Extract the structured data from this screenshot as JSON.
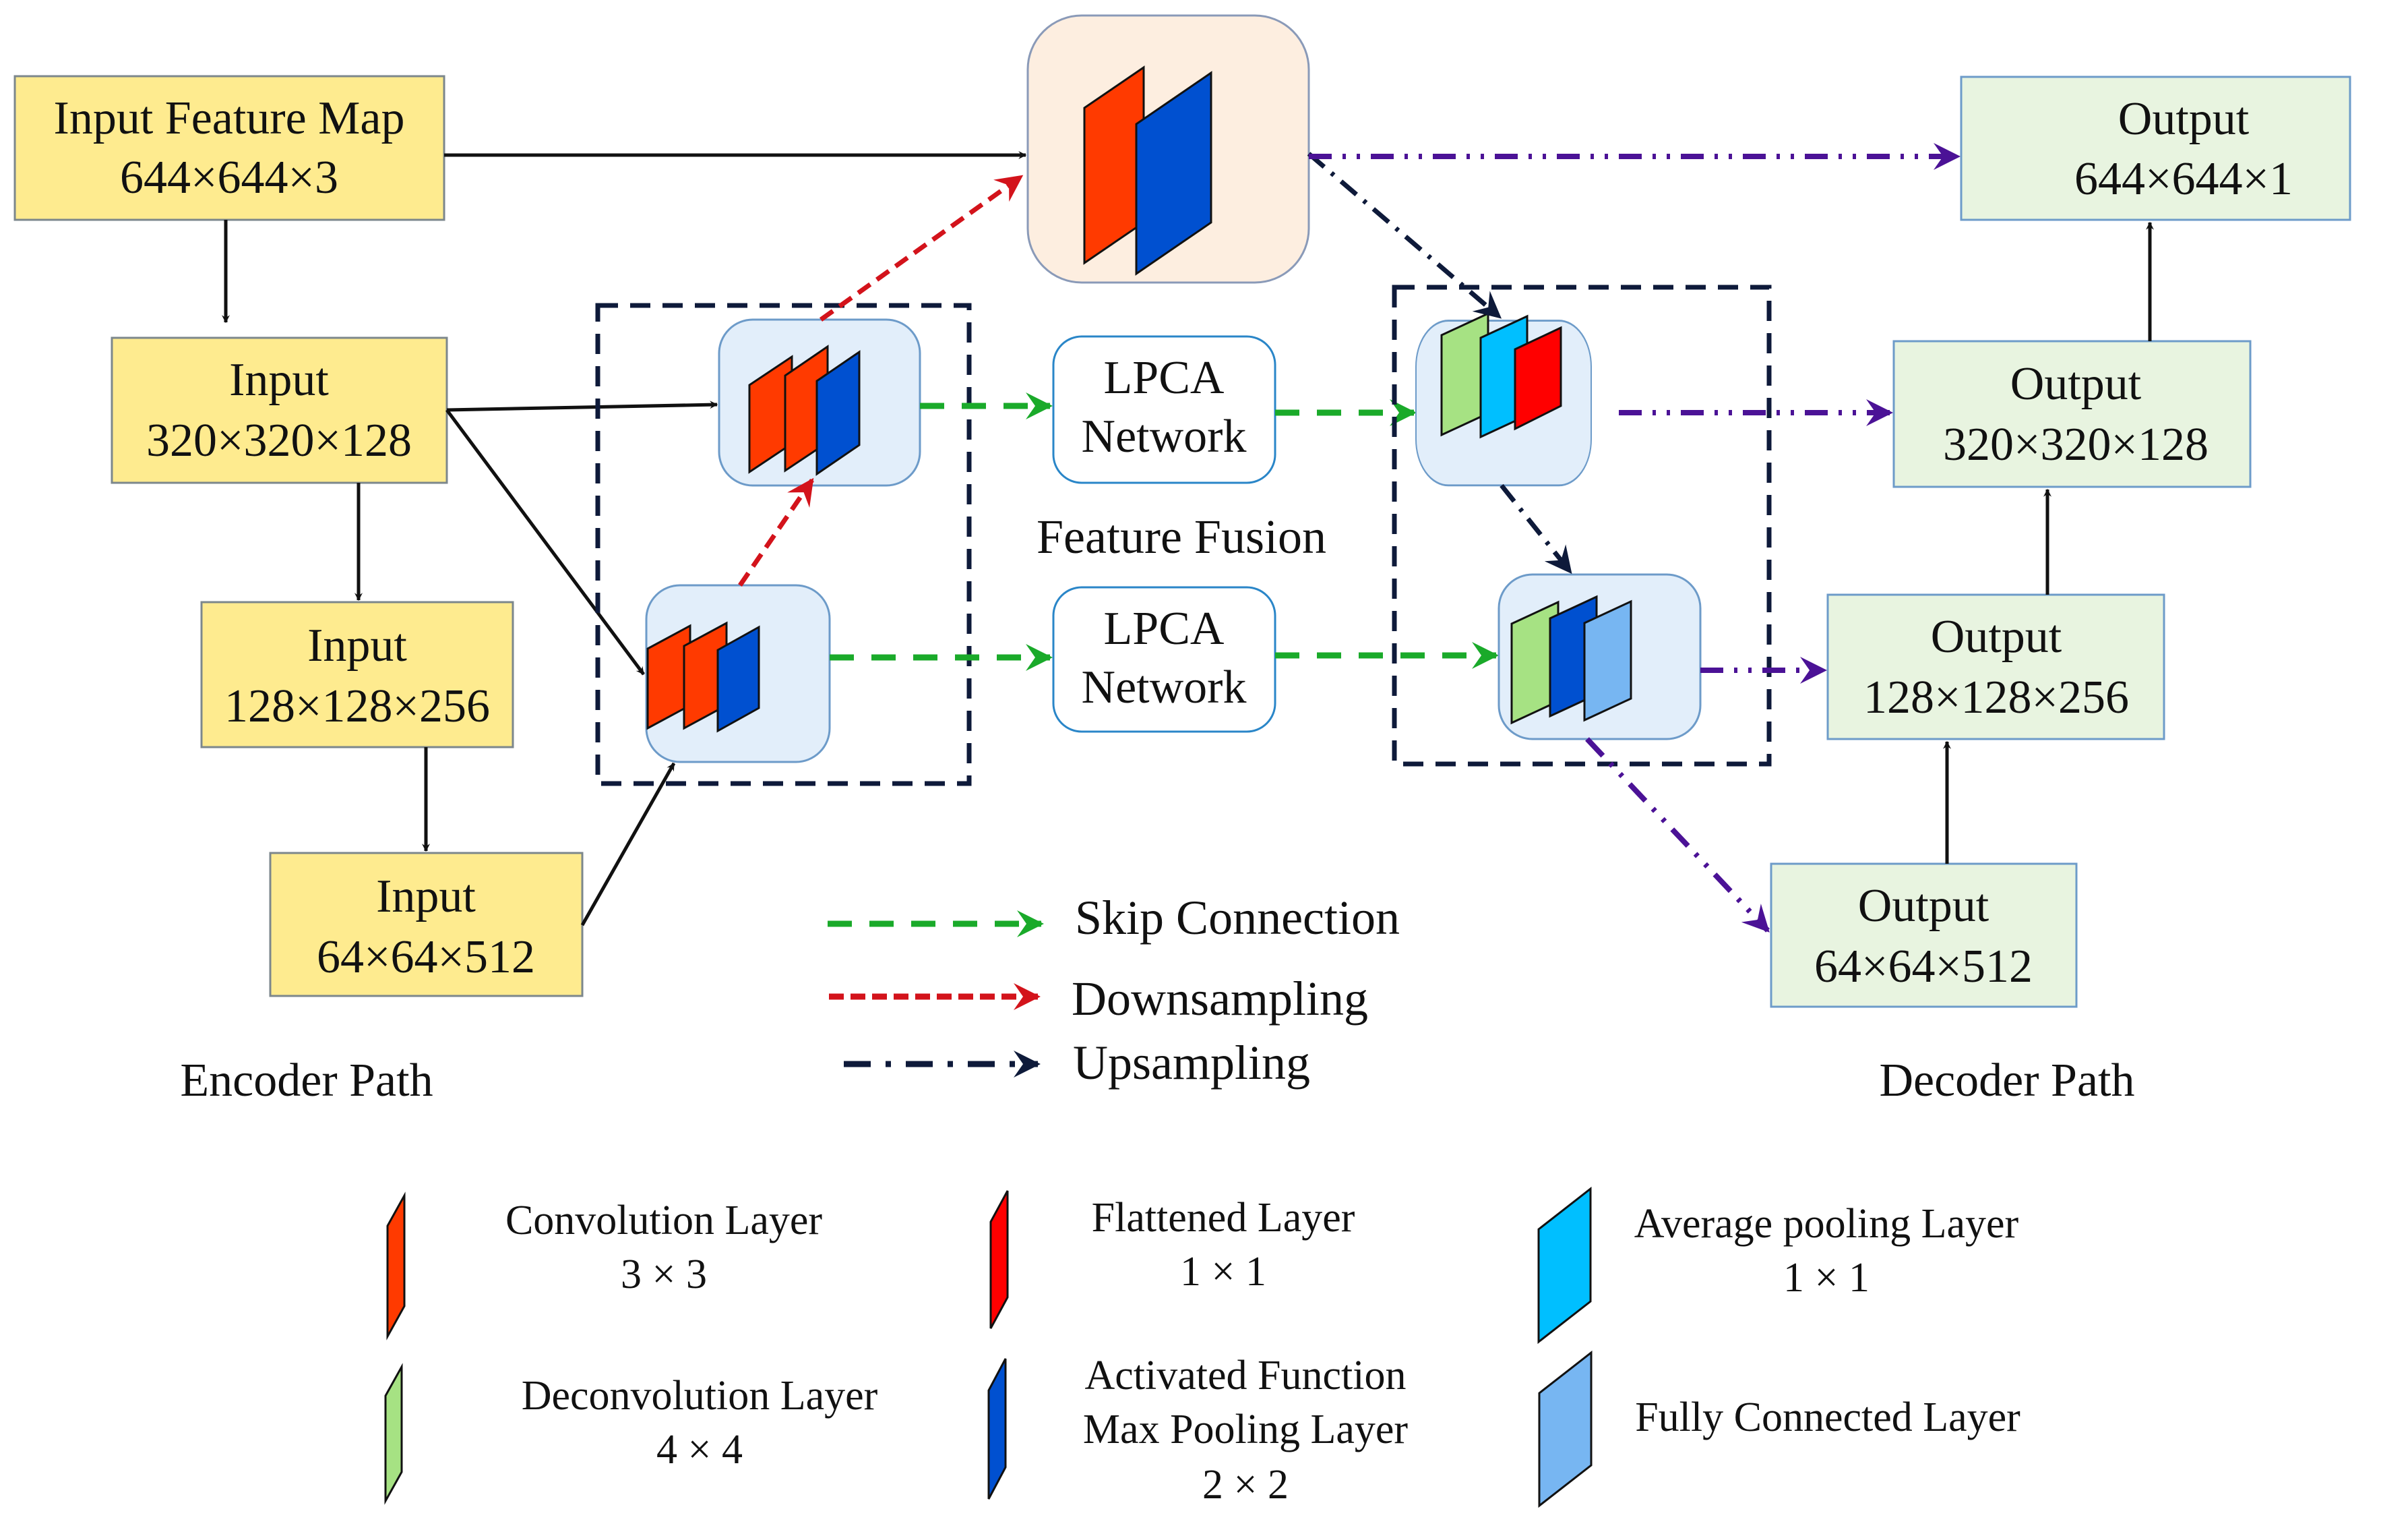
{
  "encoder": {
    "title": "Encoder Path",
    "boxes": [
      {
        "line1": "Input Feature Map",
        "line2": "644×644×3"
      },
      {
        "line1": "Input",
        "line2": "320×320×128"
      },
      {
        "line1": "Input",
        "line2": "128×128×256"
      },
      {
        "line1": "Input",
        "line2": "64×64×512"
      }
    ]
  },
  "decoder": {
    "title": "Decoder Path",
    "boxes": [
      {
        "line1": "Output",
        "line2": "644×644×1"
      },
      {
        "line1": "Output",
        "line2": "320×320×128"
      },
      {
        "line1": "Output",
        "line2": "128×128×256"
      },
      {
        "line1": "Output",
        "line2": "64×64×512"
      }
    ]
  },
  "fusion": {
    "label": "Feature Fusion",
    "lpca": [
      {
        "line1": "LPCA",
        "line2": "Network"
      },
      {
        "line1": "LPCA",
        "line2": "Network"
      }
    ]
  },
  "arrow_legend": [
    {
      "label": "Skip Connection",
      "style": "dashed",
      "color": "#1aaa2a"
    },
    {
      "label": "Downsampling",
      "style": "dashed",
      "color": "#d3131b"
    },
    {
      "label": "Upsampling",
      "style": "dash-dot",
      "color": "#0e1a3a"
    }
  ],
  "layer_legend": [
    {
      "line1": "Convolution Layer",
      "line2": "3 × 3",
      "color": "#ff3a00"
    },
    {
      "line1": "Flattened Layer",
      "line2": "1 × 1",
      "color": "#ff0000"
    },
    {
      "line1": "Average pooling Layer",
      "line2": "1 × 1",
      "color": "#00bfff"
    },
    {
      "line1": "Deconvolution Layer",
      "line2": "4 × 4",
      "color": "#a6e283"
    },
    {
      "line1": "Activated Function",
      "line2": "Max Pooling Layer",
      "line3": "2 × 2",
      "color": "#0050d0"
    },
    {
      "line1": "Fully Connected Layer",
      "line2": "",
      "color": "#77b6f2"
    }
  ],
  "colors": {
    "encoder_box": "#feeb8f",
    "decoder_box": "#e8f4e0",
    "block_bg": "#e2eefa",
    "center_bg": "#fdeee0",
    "skip": "#1aaa2a",
    "down": "#d3131b",
    "up": "#0e1a3a",
    "decoder_link": "#4b1296"
  }
}
